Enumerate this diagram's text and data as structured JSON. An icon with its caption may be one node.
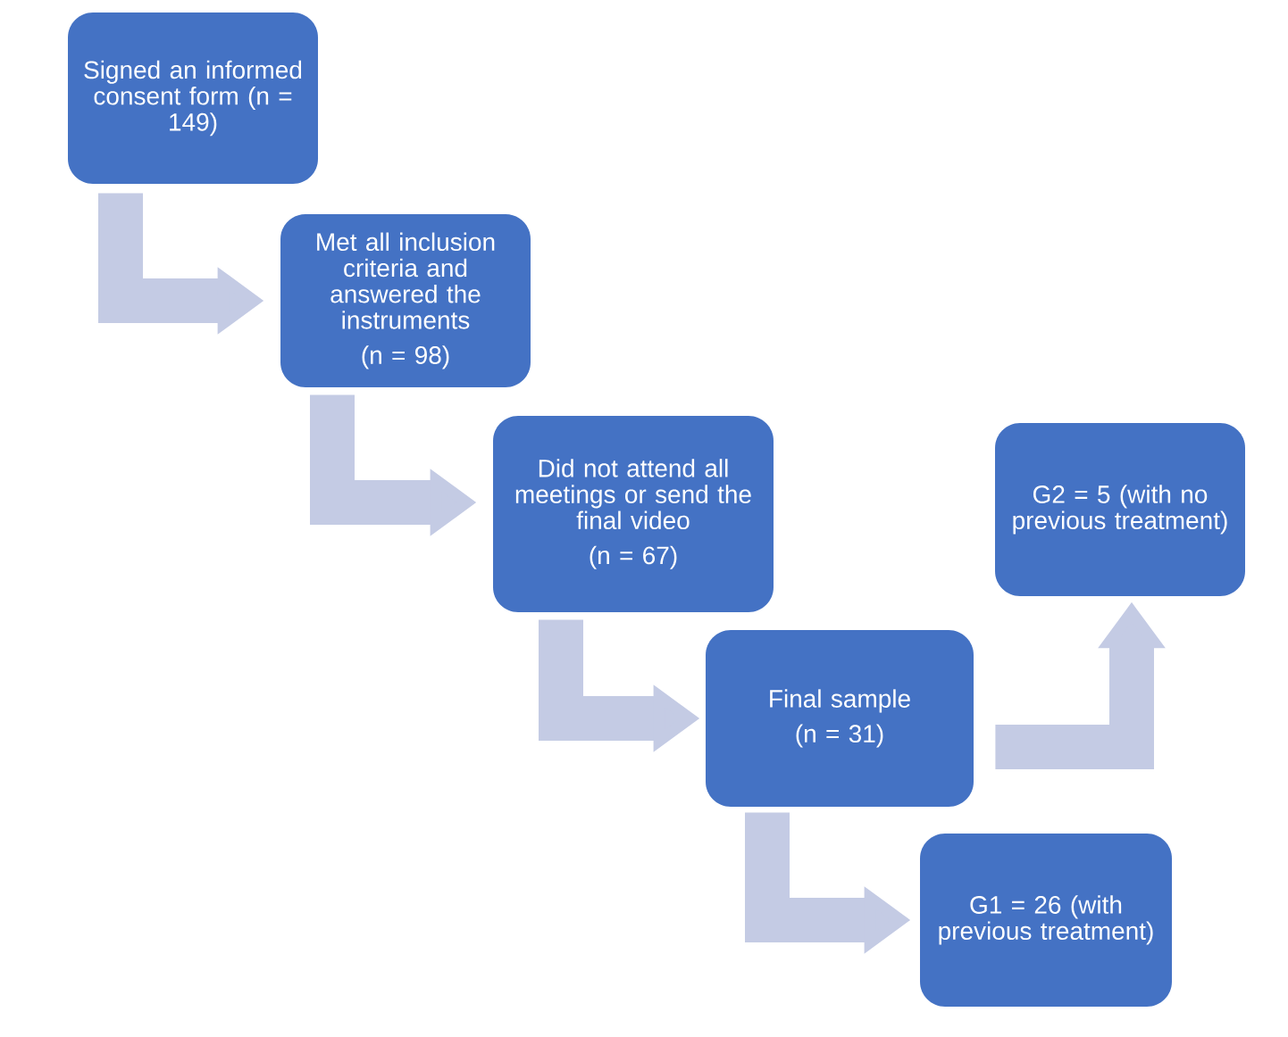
{
  "diagram": {
    "nodes": [
      {
        "text": [
          "Signed an informed consent form (n = 149)"
        ]
      },
      {
        "text": [
          "Met all inclusion criteria and answered the instruments",
          "(n = 98)"
        ]
      },
      {
        "text": [
          "Did not attend all meetings or send the final video",
          "(n = 67)"
        ]
      },
      {
        "text": [
          "Final sample",
          "(n = 31)"
        ]
      },
      {
        "text": [
          "G2 = 5 (with no previous treatment)"
        ]
      },
      {
        "text": [
          "G1 = 26 (with previous treatment)"
        ]
      }
    ],
    "edges": [
      {
        "from": 0,
        "to": 1,
        "arrow": "to"
      },
      {
        "from": 1,
        "to": 2,
        "arrow": "to"
      },
      {
        "from": 2,
        "to": 3,
        "arrow": "to"
      },
      {
        "from": 3,
        "to": 4,
        "arrow": "to"
      },
      {
        "from": 3,
        "to": 5,
        "arrow": "to"
      }
    ]
  }
}
